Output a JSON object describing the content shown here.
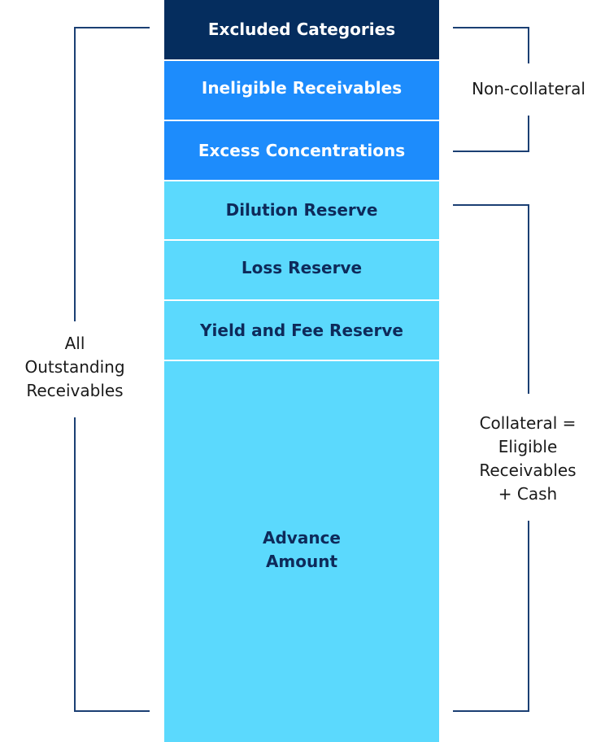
{
  "colors": {
    "excluded": "#052d5e",
    "non_collateral_blocks": "#1d8cfc",
    "collateral_blocks": "#5bd9fd",
    "block_divider": "#ffffff",
    "bracket": "#1b3f73",
    "dark_text": "#0e2a5a",
    "light_text": "#ffffff",
    "label_text": "#1a1a1a"
  },
  "blocks": [
    {
      "label": "Excluded Categories",
      "tone": "dark"
    },
    {
      "label": "Ineligible Receivables",
      "tone": "mid"
    },
    {
      "label": "Excess Concentrations",
      "tone": "mid"
    },
    {
      "label": "Dilution Reserve",
      "tone": "light"
    },
    {
      "label": "Loss Reserve",
      "tone": "light"
    },
    {
      "label": "Yield and Fee Reserve",
      "tone": "light"
    },
    {
      "label_lines": [
        "Advance",
        "Amount"
      ],
      "tone": "light"
    }
  ],
  "labels": {
    "all_outstanding": [
      "All",
      "Outstanding",
      "Receivables"
    ],
    "non_collateral": "Non-collateral",
    "collateral": [
      "Collateral =",
      "Eligible",
      "Receivables",
      "+ Cash"
    ]
  }
}
